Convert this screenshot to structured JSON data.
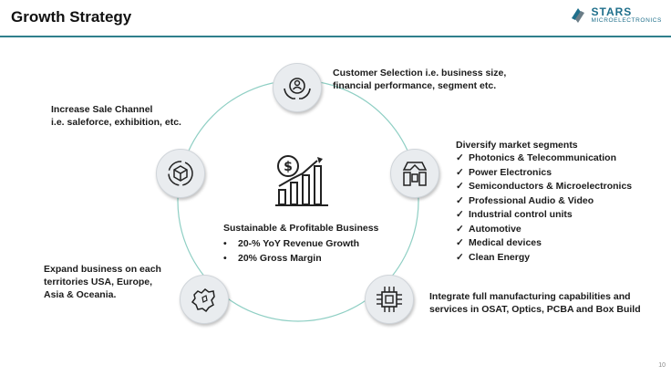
{
  "header": {
    "title": "Growth Strategy",
    "logo_name": "STARS",
    "logo_sub": "MICROELECTRONICS"
  },
  "center": {
    "heading": "Sustainable & Profitable Business",
    "bullets": [
      "20-% YoY Revenue Growth",
      "20% Gross Margin"
    ]
  },
  "nodes": {
    "customer": {
      "icon": "hands-person-icon",
      "lines": [
        "Customer Selection i.e. business size,",
        "financial performance, segment etc."
      ]
    },
    "diversify": {
      "icon": "puzzle-arrows-icon",
      "heading": "Diversify market segments",
      "items": [
        "Photonics &  Telecommunication",
        "Power Electronics",
        "Semiconductors & Microelectronics",
        "Professional Audio & Video",
        "Industrial control units",
        "Automotive",
        "Medical devices",
        "Clean Energy"
      ]
    },
    "integrate": {
      "icon": "chip-icon",
      "lines": [
        "Integrate full manufacturing capabilities and",
        "services in OSAT, Optics, PCBA and Box Build"
      ]
    },
    "expand": {
      "icon": "map-icon",
      "lines": [
        "Expand business on each",
        "territories USA, Europe,",
        "Asia & Oceania."
      ]
    },
    "sale": {
      "icon": "box-cycle-icon",
      "lines": [
        "Increase Sale Channel",
        "i.e. saleforce, exhibition, etc."
      ]
    }
  },
  "page_number": "10",
  "colors": {
    "accent": "#2f7f8c",
    "circle": "#8fcfc4",
    "node_fill": "#e9ecef"
  }
}
